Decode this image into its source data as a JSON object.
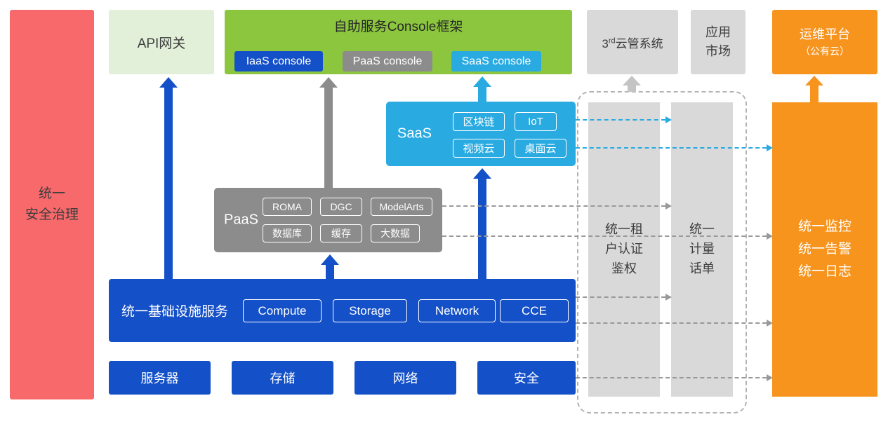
{
  "colors": {
    "red": "#F8696B",
    "light_green": "#E2F0D9",
    "green": "#8CC63F",
    "blue": "#1450C8",
    "gray": "#8C8C8C",
    "light_gray": "#D9D9D9",
    "cyan": "#29ABE2",
    "orange": "#F7941E"
  },
  "left_bar": {
    "line1": "统一",
    "line2": "安全治理"
  },
  "api_gateway": {
    "label": "API网关"
  },
  "console": {
    "title": "自助服务Console框架",
    "iaas": "IaaS console",
    "paas": "PaaS console",
    "saas": "SaaS console"
  },
  "third_mgmt": {
    "num": "3",
    "sup": "rd",
    "rest": "云管系统"
  },
  "app_market": {
    "line1": "应用",
    "line2": "市场"
  },
  "om_platform": {
    "line1": "运维平台",
    "line2": "（公有云）"
  },
  "saas": {
    "label": "SaaS",
    "items": [
      "区块链",
      "IoT",
      "视频云",
      "桌面云"
    ]
  },
  "paas": {
    "label": "PaaS",
    "items": [
      "ROMA",
      "DGC",
      "ModelArts",
      "数据库",
      "缓存",
      "大数据"
    ]
  },
  "iaas": {
    "label": "统一基础设施服务",
    "items": [
      "Compute",
      "Storage",
      "Network",
      "CCE"
    ]
  },
  "hardware": {
    "items": [
      "服务器",
      "存储",
      "网络",
      "安全"
    ]
  },
  "auth_bar": {
    "line1": "统一租",
    "line2": "户认证",
    "line3": "鉴权"
  },
  "billing_bar": {
    "line1": "统一",
    "line2": "计量",
    "line3": "话单"
  },
  "monitor_bar": {
    "line1": "统一监控",
    "line2": "统一告警",
    "line3": "统一日志"
  }
}
